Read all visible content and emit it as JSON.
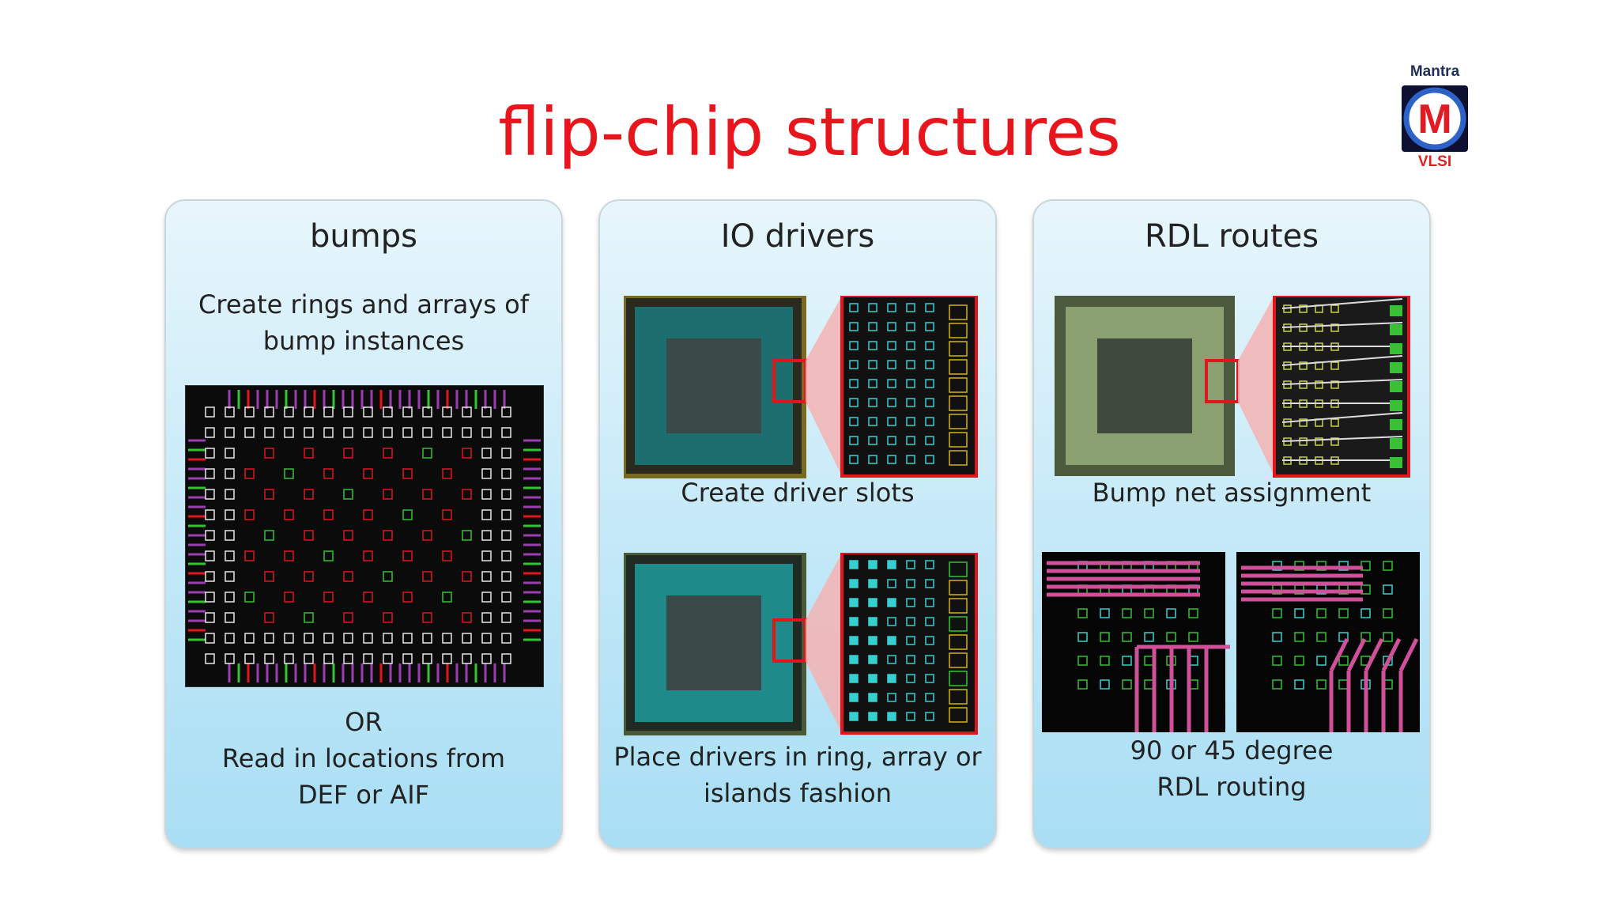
{
  "slide": {
    "title": "flip-chip structures",
    "logo": {
      "top_text": "Mantra",
      "bottom_text": "VLSI",
      "letter": "M"
    },
    "panels": [
      {
        "heading": "bumps",
        "text_top_1": "Create rings and arrays of",
        "text_top_2": "bump instances",
        "text_bottom_1": "OR",
        "text_bottom_2": "Read in locations from",
        "text_bottom_3": "DEF or AIF"
      },
      {
        "heading": "IO drivers",
        "caption_1": "Create driver slots",
        "caption_2_line1": "Place drivers in ring, array or",
        "caption_2_line2": "islands fashion"
      },
      {
        "heading": "RDL routes",
        "caption_1": "Bump net assignment",
        "caption_2_line1": "90 or 45 degree",
        "caption_2_line2": "RDL routing"
      }
    ]
  },
  "colors": {
    "title": "#e8161c",
    "panel_bg": "#bfe7f7",
    "highlight": "#e0161c"
  }
}
